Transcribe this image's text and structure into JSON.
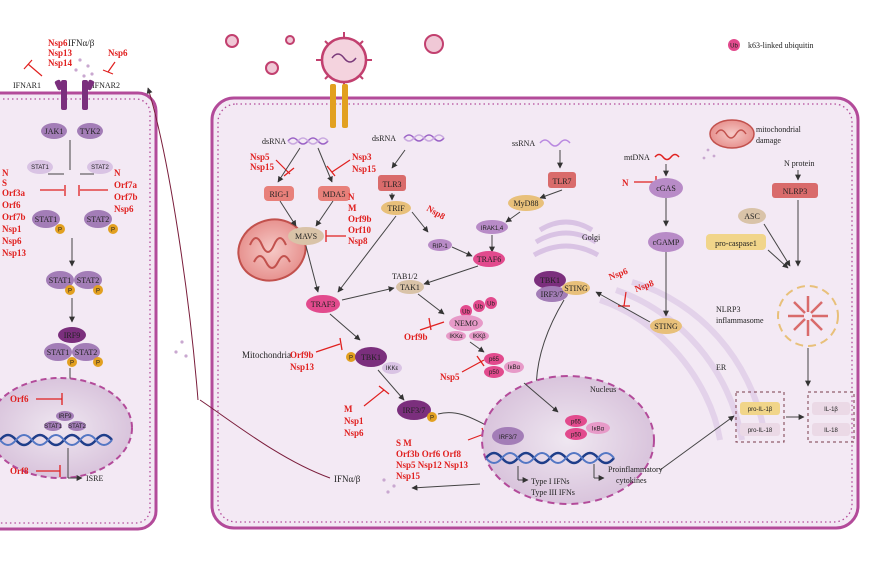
{
  "legend": {
    "ub": "Ub",
    "label": "k63-linked ubiquitin"
  },
  "left_cell": {
    "inhib_top": [
      "Nsp6",
      "Nsp13",
      "Nsp14"
    ],
    "inhib_ifnar2": [
      "Nsp6"
    ],
    "ifn": "IFNα/β",
    "ifnar1": "IFNAR1",
    "ifnar2": "IFNAR2",
    "jak1": "JAK1",
    "tyk2": "TYK2",
    "stat1": "STAT1",
    "stat2": "STAT2",
    "p": "P",
    "inhib_left": [
      "N",
      "S",
      "Orf3a",
      "Orf6",
      "Orf7b",
      "Nsp1",
      "Nsp6",
      "Nsp13"
    ],
    "inhib_right": [
      "N",
      "Orf7a",
      "Orf7b",
      "Nsp6"
    ],
    "irf9": "IRF9",
    "orf6": "Orf6",
    "orf8": "Orf8",
    "isre": "ISRE"
  },
  "right_cell": {
    "dsrna1": "dsRNA",
    "dsrna2": "dsRNA",
    "ssrna": "ssRNA",
    "inhib_rig": [
      "Nsp5",
      "Nsp15"
    ],
    "inhib_mda5": [
      "Nsp3",
      "Nsp15"
    ],
    "rig_i": "RIG-I",
    "mda5": "MDA5",
    "tlr3": "TLR3",
    "tlr7": "TLR7",
    "myd88": "MyD88",
    "trif": "TRIF",
    "nsp8_trif": "Nsp8",
    "rip1": "RIP-1",
    "irak": "IRAK1,4",
    "traf6": "TRAF6",
    "mavs": "MAVS",
    "inhib_mavs": [
      "N",
      "M",
      "Orf9b",
      "Orf10",
      "Nsp8"
    ],
    "tab": "TAB1/2",
    "tak1": "TAK1",
    "traf3": "TRAF3",
    "mito": "Mitochondria",
    "inhib_tbk1": [
      "Orf9b",
      "Nsp13"
    ],
    "tbk1": "TBK1",
    "ikke": "IKKε",
    "nemo": "NEMO",
    "ikka": "IKKα",
    "ikkb": "IKKβ",
    "orf9b_nemo": "Orf9b",
    "nsp5_p65": "Nsp5",
    "p65": "p65",
    "p50": "p50",
    "ikba": "IκBα",
    "irf37": "IRF3/7",
    "inhib_irf": [
      "M",
      "Nsp1",
      "Nsp6"
    ],
    "inhib_irf_nuc": [
      "S  M",
      "Orf3b  Orf6  Orf8",
      "Nsp5  Nsp12  Nsp13",
      "Nsp15"
    ],
    "ifn_out": "IFNα/β",
    "golgi": "Golgi",
    "tbk1_g": "TBK1",
    "irf37_g": "IRF3/7",
    "sting_g": "STING",
    "mtdna": "mtDNA",
    "mito_damage": [
      "mitochondrial",
      "damage"
    ],
    "n_cgas": "N",
    "cgas": "cGAS",
    "cgamp": "cGAMP",
    "inhib_sting": [
      "Nsp6",
      "Nsp8"
    ],
    "sting": "STING",
    "n_protein": "N protein",
    "nlrp3": "NLRP3",
    "asc": "ASC",
    "procasp": "pro-caspase1",
    "inflammasome": [
      "NLRP3",
      "inflammasome"
    ],
    "er": "ER",
    "nucleus": "Nucleus",
    "irf37_n": "IRF3/7",
    "p65_n": "p65",
    "p50_n": "p50",
    "ikba_n": "IκBα",
    "type_ifn": [
      "Type I IFNs",
      "Type III IFNs"
    ],
    "proinflam": [
      "Proinflammatory",
      "cytokines"
    ],
    "pro_il1b": "pro-IL-1β",
    "pro_il18": "pro-IL-18",
    "il1b": "IL-1β",
    "il18": "IL-18"
  }
}
